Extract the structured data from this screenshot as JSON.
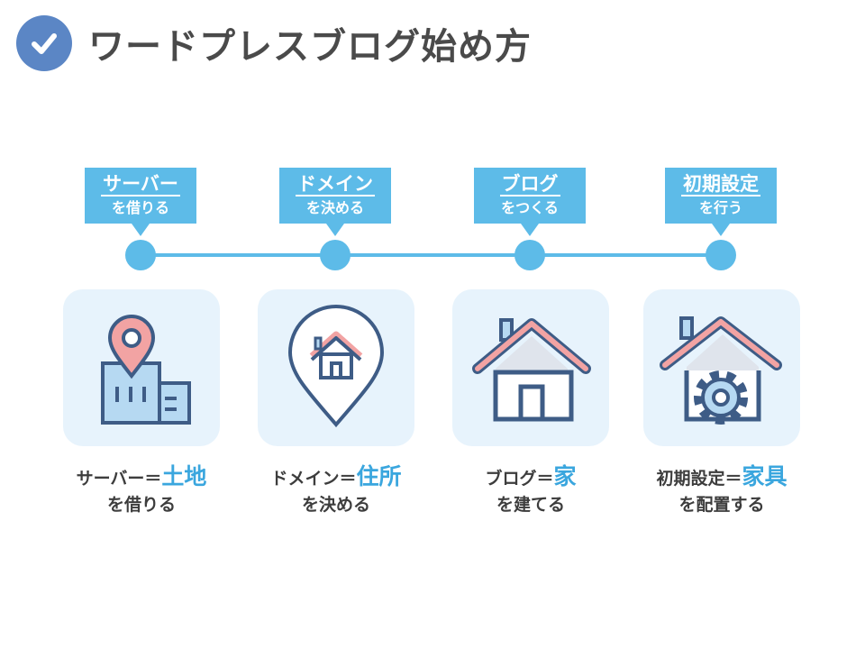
{
  "title": "ワードプレスブログ始め方",
  "colors": {
    "accent": "#5dbbe8",
    "check": "#5b86c5",
    "card": "#e7f3fc",
    "roof": "#ee9a9a",
    "stroke": "#3e5c86"
  },
  "steps": [
    {
      "label_main": "サーバー",
      "label_sub": "を借りる",
      "caption_prefix": "サーバー＝",
      "caption_highlight": "土地",
      "caption_line2": "を借りる",
      "icon": "map-pin-building-icon"
    },
    {
      "label_main": "ドメイン",
      "label_sub": "を決める",
      "caption_prefix": "ドメイン＝",
      "caption_highlight": "住所",
      "caption_line2": "を決める",
      "icon": "location-house-icon"
    },
    {
      "label_main": "ブログ",
      "label_sub": "をつくる",
      "caption_prefix": "ブログ＝",
      "caption_highlight": "家",
      "caption_line2": "を建てる",
      "icon": "house-icon"
    },
    {
      "label_main": "初期設定",
      "label_sub": "を行う",
      "caption_prefix": "初期設定＝",
      "caption_highlight": "家具",
      "caption_line2": "を配置する",
      "icon": "house-gear-icon"
    }
  ]
}
